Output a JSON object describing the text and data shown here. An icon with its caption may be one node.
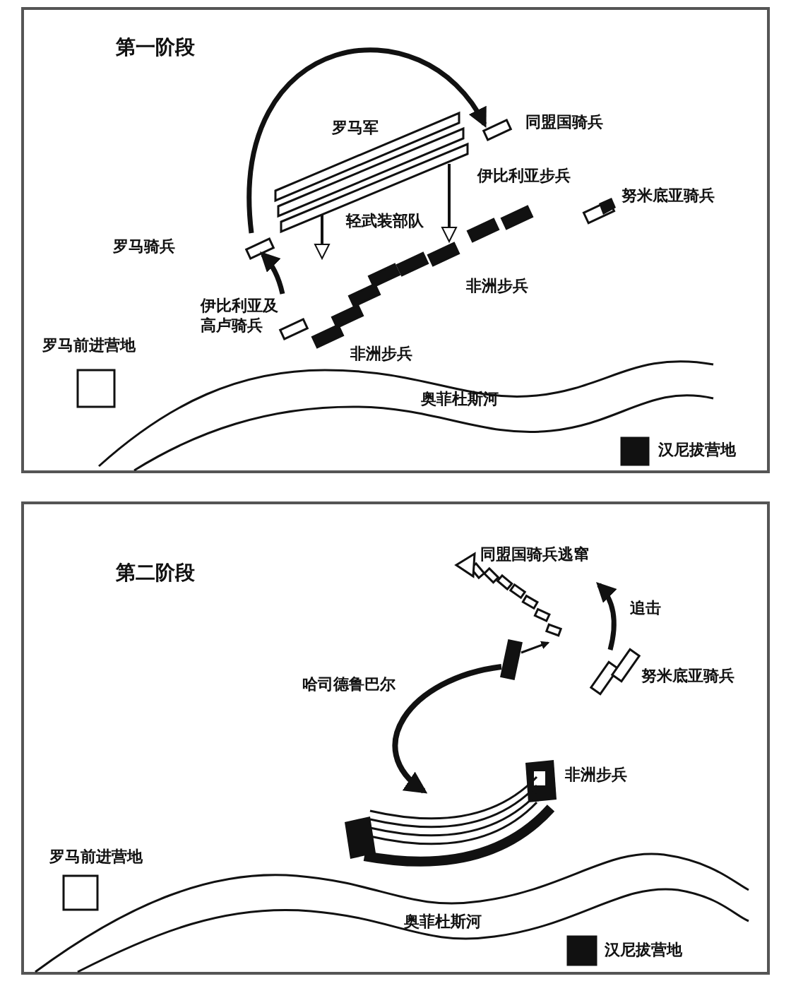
{
  "diagram": {
    "nodes": [
      {
        "text": [
          "第一阶段"
        ]
      },
      {
        "text": [
          "罗马军"
        ],
        "in": 0
      },
      {
        "text": [
          "同盟国骑兵"
        ],
        "in": 0
      },
      {
        "text": [
          "伊比利亚步兵"
        ],
        "in": 0
      },
      {
        "text": [
          "努米底亚骑兵"
        ],
        "in": 0
      },
      {
        "text": [
          "罗马骑兵"
        ],
        "in": 0
      },
      {
        "text": [
          "非洲步兵"
        ],
        "in": 0
      },
      {
        "text": [
          "伊比利亚及高卢骑兵"
        ],
        "in": 0
      },
      {
        "text": [
          "罗马前进营地"
        ],
        "in": 0
      },
      {
        "text": [
          "非洲步兵"
        ],
        "in": 0
      },
      {
        "text": [
          "汉尼拔营地"
        ],
        "in": 0
      },
      {
        "text": [
          "第二阶段"
        ]
      },
      {
        "text": [
          "同盟国骑兵逃窜"
        ],
        "in": 11
      },
      {
        "text": [],
        "shape": "box",
        "in": 11
      },
      {
        "text": [
          "努米底亚骑兵"
        ],
        "in": 11
      },
      {
        "text": [
          "非洲步兵"
        ],
        "in": 11
      },
      {
        "text": [],
        "shape": "bar",
        "in": 11
      },
      {
        "text": [
          "罗马前进营地"
        ],
        "in": 11
      },
      {
        "text": [
          "汉尼拔营地"
        ],
        "in": 11
      }
    ],
    "edges": [
      {
        "from": 7,
        "to": 5,
        "arrow": "to"
      },
      {
        "from": 5,
        "to": 2,
        "arrow": "to"
      },
      {
        "from": 14,
        "to": 12,
        "arrow": "to",
        "label": "追击"
      },
      {
        "from": 13,
        "to": 12,
        "arrow": "to"
      },
      {
        "from": 13,
        "to": 16,
        "arrow": "to",
        "label": "哈司德鲁巴尔"
      },
      {
        "from": 1,
        "to": 9,
        "arrow": "to"
      },
      {
        "from": 1,
        "to": 6,
        "arrow": "to"
      }
    ],
    "labels": [
      "轻武装部队",
      "奥菲杜斯河",
      "奥菲杜斯河"
    ]
  }
}
